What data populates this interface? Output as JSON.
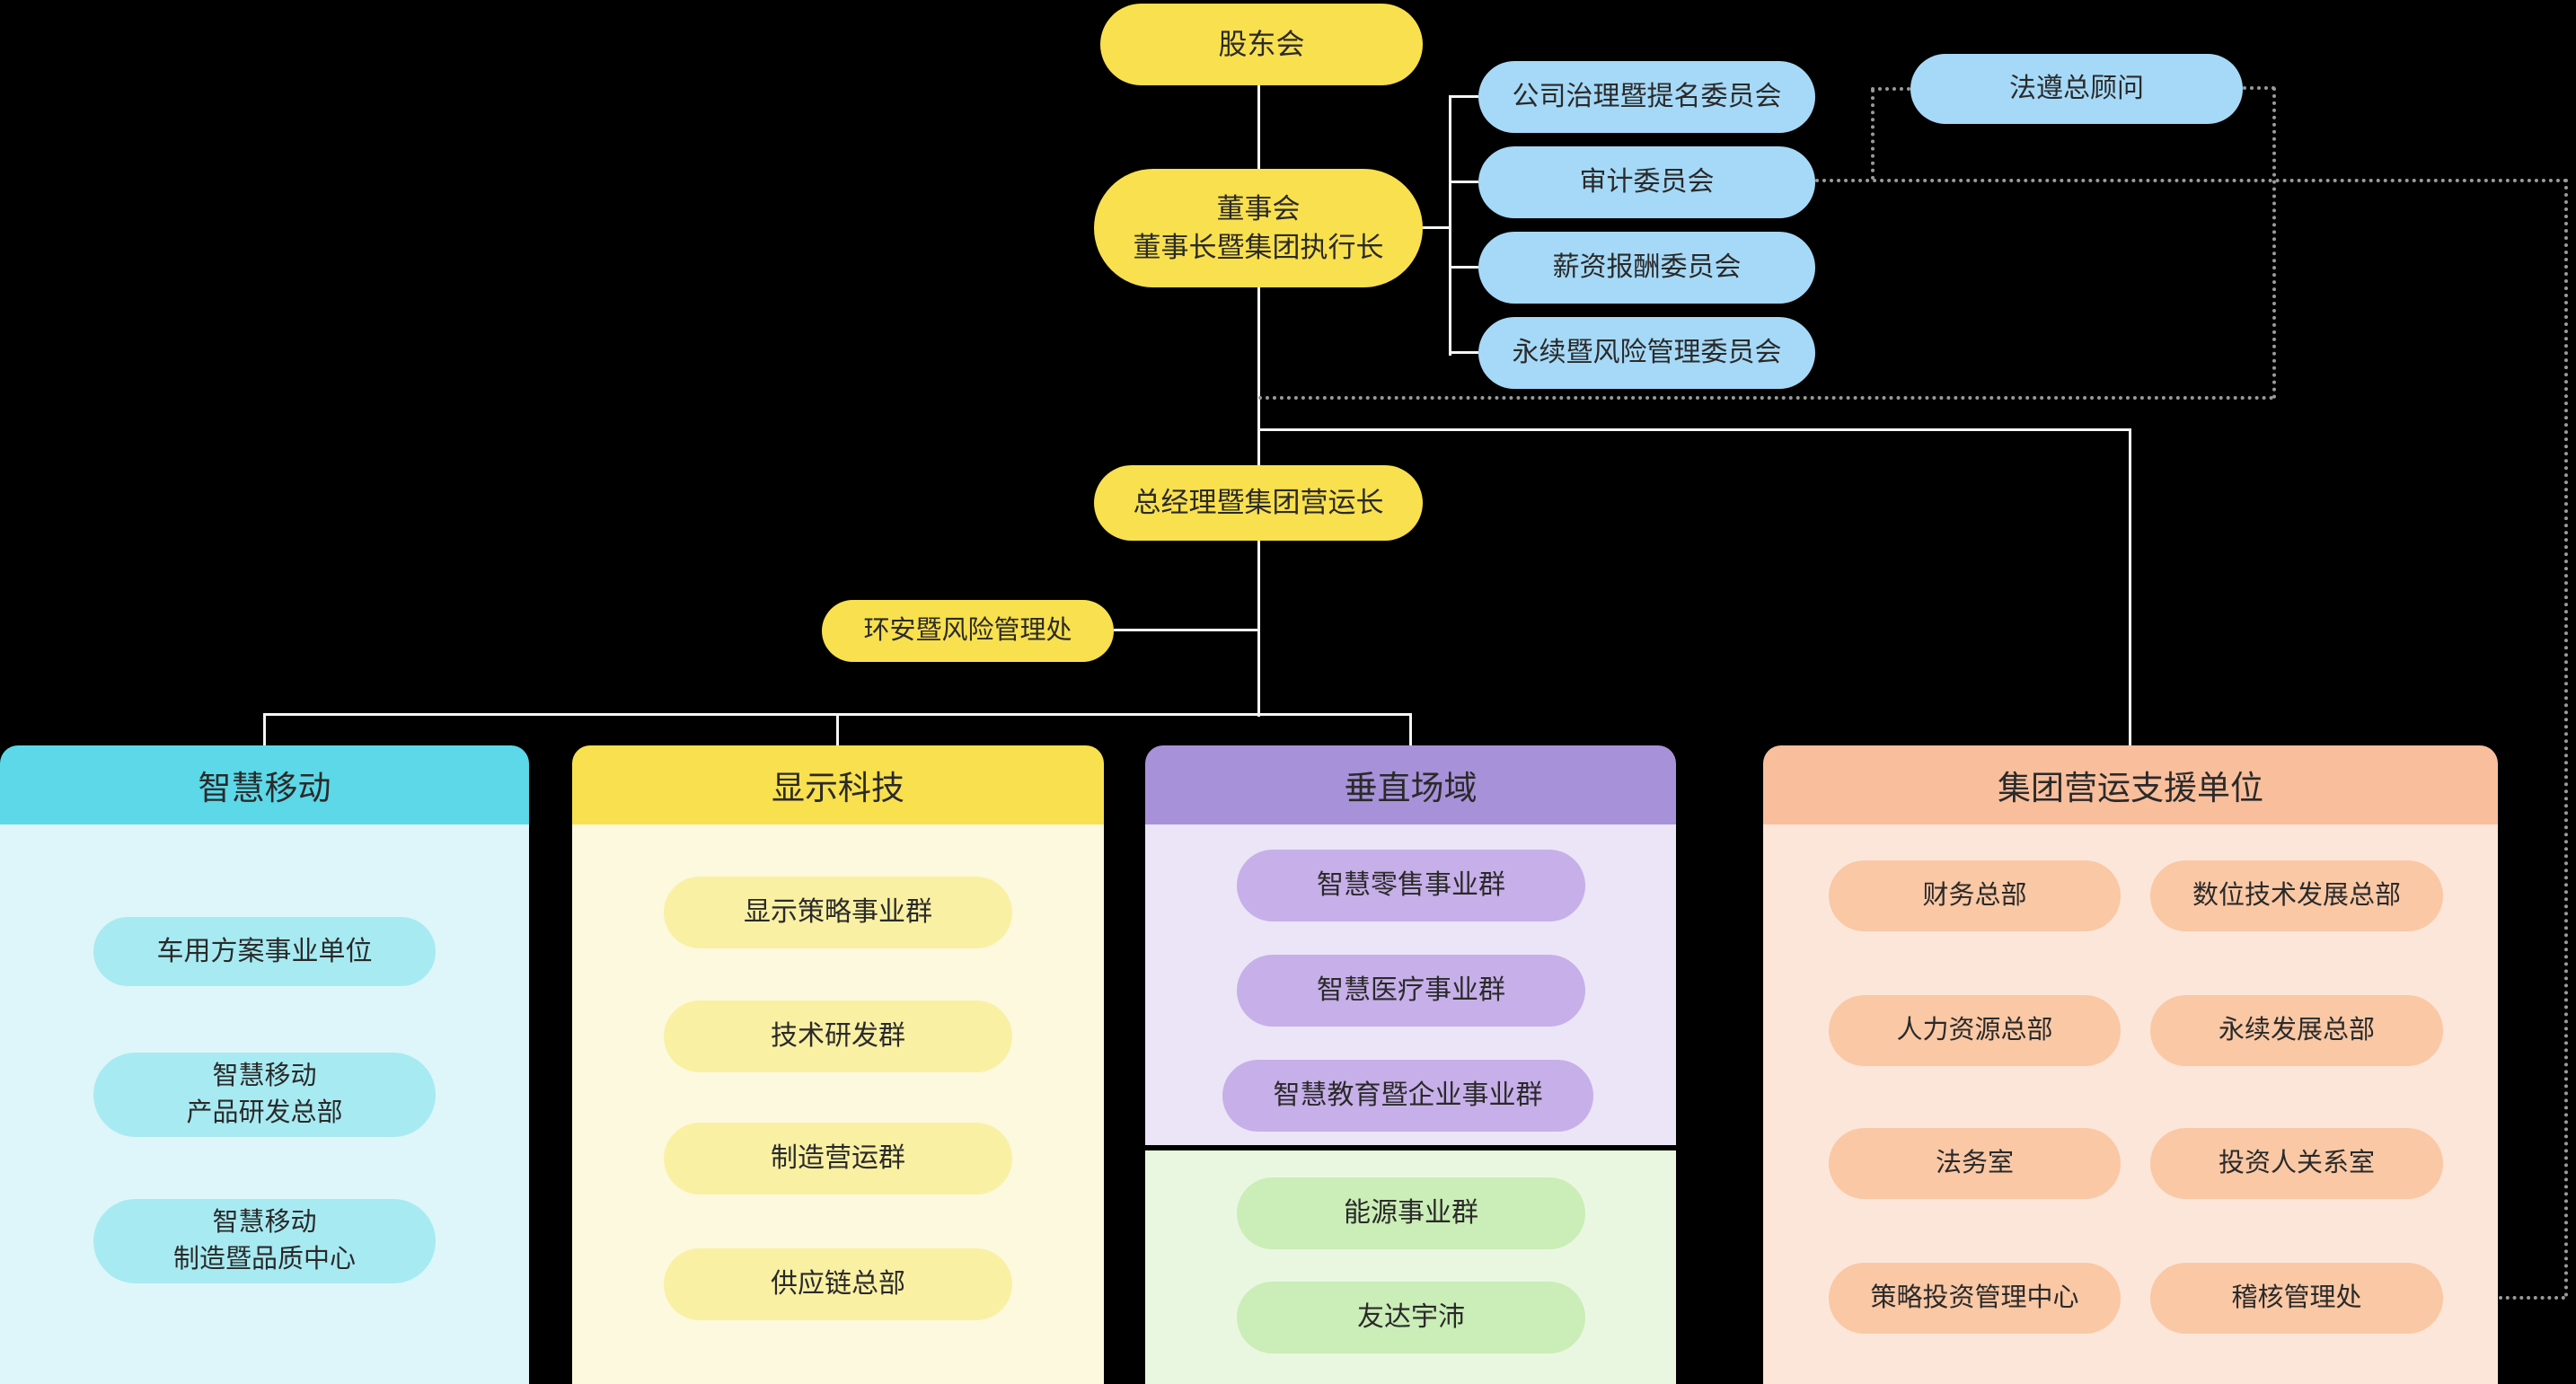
{
  "org_chart": {
    "shareholders_label": "股东会",
    "board_label": "董事会\n董事长暨集团执行长",
    "committees": [
      {
        "label": "公司治理暨提名委员会"
      },
      {
        "label": "审计委员会"
      },
      {
        "label": "薪资报酬委员会"
      },
      {
        "label": "永续暨风险管理委员会"
      }
    ],
    "compliance_label": "法遵总顾问",
    "president_label": "总经理暨集团营运长",
    "ehs_label": "环安暨风险管理处",
    "divisions": [
      {
        "title": "智慧移动",
        "units": [
          "车用方案事业单位",
          "智慧移动\n产品研发总部",
          "智慧移动\n制造暨品质中心"
        ]
      },
      {
        "title": "显示科技",
        "units": [
          "显示策略事业群",
          "技术研发群",
          "制造营运群",
          "供应链总部"
        ]
      },
      {
        "title": "垂直场域",
        "units": [
          "智慧零售事业群",
          "智慧医疗事业群",
          "智慧教育暨企业事业群"
        ],
        "green_units": [
          "能源事业群",
          "友达宇沛"
        ]
      },
      {
        "title": "集团营运支援单位",
        "units_left": [
          "财务总部",
          "人力资源总部",
          "法务室",
          "策略投资管理中心"
        ],
        "units_right": [
          "数位技术发展总部",
          "永续发展总部",
          "投资人关系室",
          "稽核管理处"
        ]
      }
    ],
    "colors": {
      "background": "#000000",
      "node_yellow": "#F9E04E",
      "node_blue": "#A6D9F7",
      "connector_solid": "#F5F5F5",
      "connector_dotted": "#9A9A9A",
      "smart_mobility_header": "#5CD8E8",
      "smart_mobility_body": "#DEF6F9",
      "smart_mobility_pill": "#A8EAF2",
      "display_header": "#F9E04E",
      "display_body": "#FCF9DF",
      "display_pill": "#FAF0A4",
      "vertical_header": "#A791D9",
      "vertical_body": "#EBE5F7",
      "vertical_pill": "#C7AFE9",
      "energy_body": "#E9F7E1",
      "energy_pill": "#CBEDB7",
      "support_header": "#F9BE9C",
      "support_body": "#FCE6DA",
      "support_pill": "#FAC8A5"
    }
  }
}
